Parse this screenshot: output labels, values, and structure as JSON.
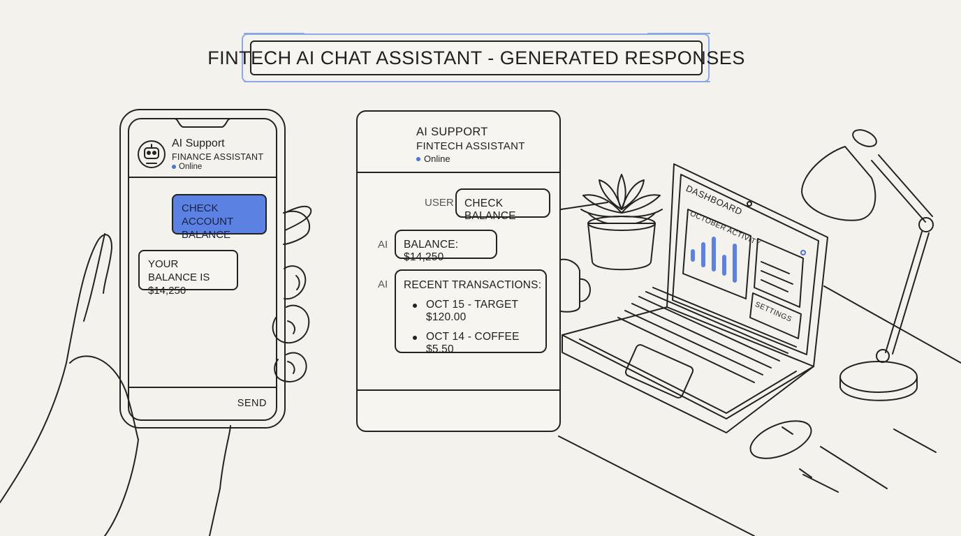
{
  "banner": {
    "title": "FINTECH AI CHAT ASSISTANT - GENERATED RESPONSES"
  },
  "phone": {
    "header": {
      "title": "AI Support",
      "subtitle": "FINANCE ASSISTANT",
      "status": "Online"
    },
    "messages": [
      {
        "role": "user",
        "text_line1": "CHECK ACCOUNT",
        "text_line2": "BALANCE"
      },
      {
        "role": "ai",
        "text_line1": "YOUR BALANCE IS",
        "text_line2": "$14,250"
      }
    ],
    "send_label": "SEND"
  },
  "chat_window": {
    "header": {
      "title": "AI SUPPORT",
      "subtitle": "FINTECH ASSISTANT",
      "status": "Online"
    },
    "messages": [
      {
        "speaker": "USER",
        "text": "CHECK BALANCE"
      },
      {
        "speaker": "AI",
        "text": "BALANCE: $14,250"
      },
      {
        "speaker": "AI",
        "text": "RECENT TRANSACTIONS:",
        "items": [
          "OCT 15 - TARGET $120.00",
          "OCT 14 - COFFEE $5.50"
        ]
      }
    ]
  },
  "laptop": {
    "dashboard_label": "DASHBOARD",
    "activity_label": "OCTOBER ACTIVITY",
    "settings_label": "SETTINGS"
  },
  "colors": {
    "background": "#f3f2ec",
    "accent_blue": "#5b82e3",
    "banner_outline": "#8aa8e8",
    "ink": "#222222"
  }
}
